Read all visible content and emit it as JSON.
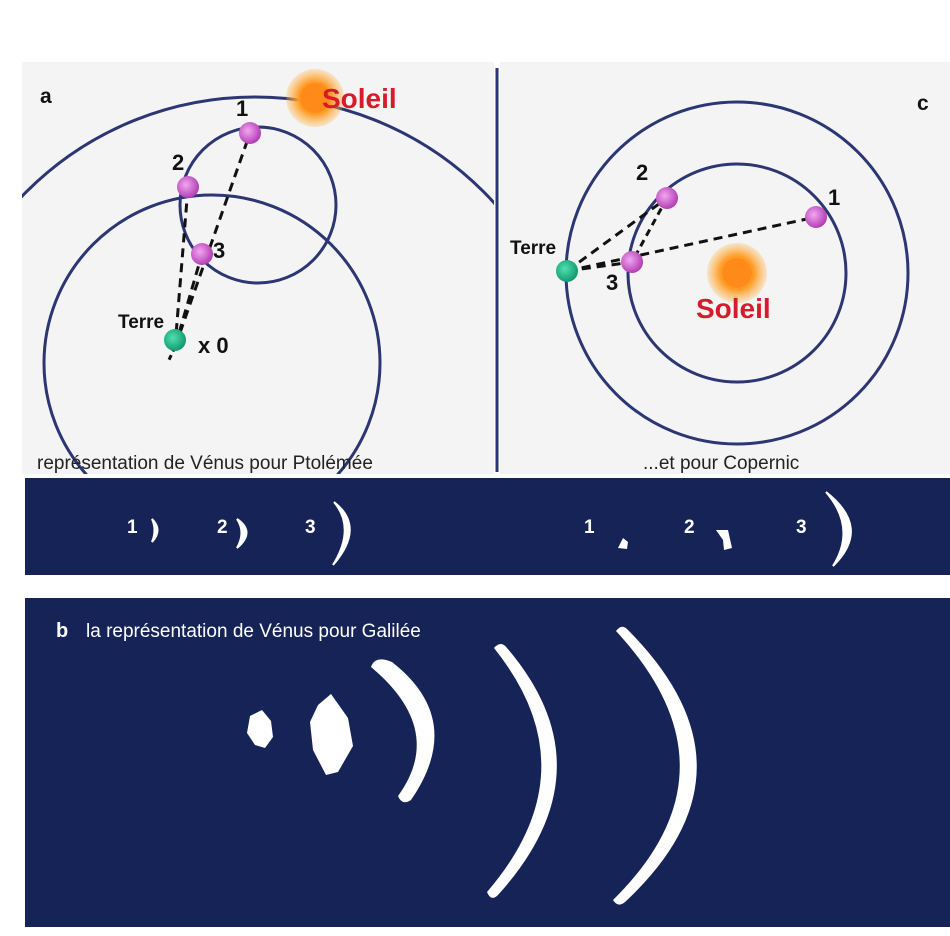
{
  "colors": {
    "orbit": "#2b3672",
    "navy": "#152357",
    "venus": "#cc55cc",
    "earth": "#22b388",
    "sun": "#ff9a22",
    "sun_label": "#d81b2a",
    "panel_bg": "#f4f4f4"
  },
  "icons": {
    "sun": "sun-icon",
    "earth": "earth-icon",
    "venus": "venus-planet-icon"
  },
  "panel_a": {
    "letter": "a",
    "sun_label": "Soleil",
    "earth_label": "Terre",
    "center_mark": "x 0",
    "positions": [
      "1",
      "2",
      "3"
    ],
    "caption": "représentation de Vénus pour Ptolémée"
  },
  "panel_c": {
    "letter": "c",
    "sun_label": "Soleil",
    "earth_label": "Terre",
    "positions": [
      "1",
      "2",
      "3"
    ],
    "caption": "...et pour Copernic"
  },
  "phases_strip": {
    "ptolemy_labels": [
      "1",
      "2",
      "3"
    ],
    "copernicus_labels": [
      "1",
      "2",
      "3"
    ]
  },
  "panel_b": {
    "letter": "b",
    "title": "la représentation de Vénus pour  Galilée"
  }
}
